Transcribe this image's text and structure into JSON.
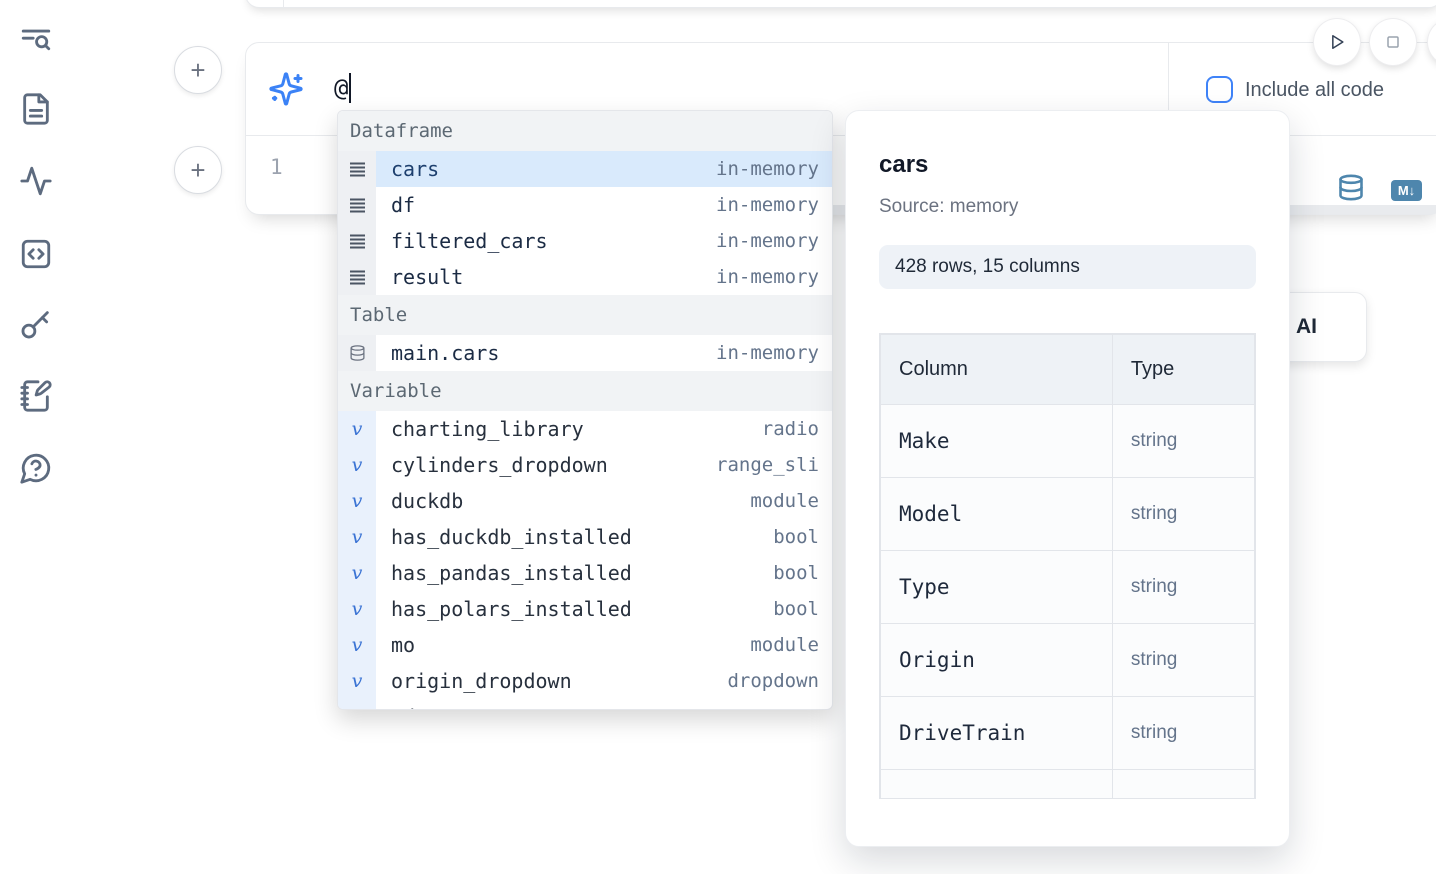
{
  "sidebar": {
    "items": [
      {
        "icon": "file-search-icon"
      },
      {
        "icon": "file-icon"
      },
      {
        "icon": "activity-icon"
      },
      {
        "icon": "code-snippets-icon"
      },
      {
        "icon": "key-icon"
      },
      {
        "icon": "scratchpad-icon"
      },
      {
        "icon": "help-icon"
      }
    ]
  },
  "run_controls": {
    "play": "run",
    "stop": "stop"
  },
  "ai_prompt": {
    "value": "@",
    "include_all_code_label": "Include all code",
    "include_all_code_checked": false
  },
  "cell": {
    "line_number": "1"
  },
  "ai_generate_button": {
    "label": "AI"
  },
  "add_cell_button": {
    "label": "+"
  },
  "autocomplete": {
    "sections": [
      {
        "label": "Dataframe",
        "items": [
          {
            "name": "cars",
            "type": "in-memory",
            "kind": "dataframe",
            "selected": true
          },
          {
            "name": "df",
            "type": "in-memory",
            "kind": "dataframe"
          },
          {
            "name": "filtered_cars",
            "type": "in-memory",
            "kind": "dataframe"
          },
          {
            "name": "result",
            "type": "in-memory",
            "kind": "dataframe"
          }
        ]
      },
      {
        "label": "Table",
        "items": [
          {
            "name": "main.cars",
            "type": "in-memory",
            "kind": "table"
          }
        ]
      },
      {
        "label": "Variable",
        "items": [
          {
            "name": "charting_library",
            "type": "radio",
            "kind": "variable"
          },
          {
            "name": "cylinders_dropdown",
            "type": "range_sli",
            "kind": "variable"
          },
          {
            "name": "duckdb",
            "type": "module",
            "kind": "variable"
          },
          {
            "name": "has_duckdb_installed",
            "type": "bool",
            "kind": "variable"
          },
          {
            "name": "has_pandas_installed",
            "type": "bool",
            "kind": "variable"
          },
          {
            "name": "has_polars_installed",
            "type": "bool",
            "kind": "variable"
          },
          {
            "name": "mo",
            "type": "module",
            "kind": "variable"
          },
          {
            "name": "origin_dropdown",
            "type": "dropdown",
            "kind": "variable"
          },
          {
            "name": "pd",
            "type": "module",
            "kind": "variable",
            "clipped": true
          }
        ]
      }
    ]
  },
  "preview": {
    "title": "cars",
    "source": "Source: memory",
    "shape": "428 rows, 15 columns",
    "table": {
      "headers": [
        "Column",
        "Type"
      ],
      "rows": [
        [
          "Make",
          "string"
        ],
        [
          "Model",
          "string"
        ],
        [
          "Type",
          "string"
        ],
        [
          "Origin",
          "string"
        ],
        [
          "DriveTrain",
          "string"
        ]
      ]
    }
  },
  "colors": {
    "accent": "#3b82f6",
    "steel_blue": "#4e86ad",
    "selected_row": "#d9eafc",
    "checkbox_border": "#3f83f8"
  }
}
